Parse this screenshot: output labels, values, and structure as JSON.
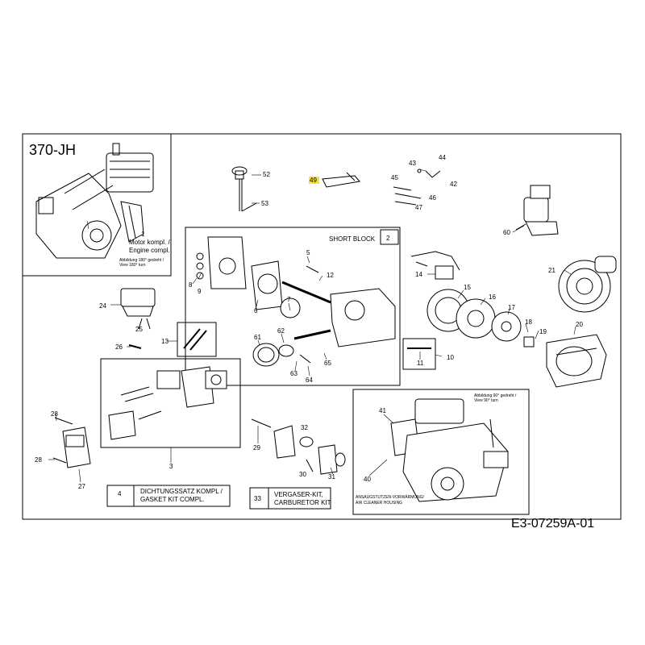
{
  "model": "370-JH",
  "drawing_code": "E3-07259A-01",
  "engine_box": {
    "number": "1",
    "line1": "Motor kompl. /",
    "line2": "Engine compl.",
    "note": "Abbildung 180° gedreht / View 180° turn"
  },
  "short_block": {
    "label": "SHORT BLOCK",
    "number": "2"
  },
  "gasket_kit": {
    "number": "4",
    "line1": "DICHTUNGSSATZ KOMPL /",
    "line2": "GASKET KIT COMPL."
  },
  "carburetor_kit": {
    "number": "33",
    "line1": "VERGASER-KIT,",
    "line2": "CARBURETOR KIT"
  },
  "air_cleaner": {
    "note": "Abbildung 90° gedreht / View 90° turn",
    "line1": "ANSAUGSTUTZEN-VORWÄRMUNG/",
    "line2": "AIR CLEANER HOUSING"
  },
  "part_numbers": {
    "p3": "3",
    "p5": "5",
    "p6": "6",
    "p7": "7",
    "p8": "8",
    "p9": "9",
    "p10": "10",
    "p11": "11",
    "p12": "12",
    "p13": "13",
    "p14": "14",
    "p15": "15",
    "p16": "16",
    "p17": "17",
    "p18": "18",
    "p19": "19",
    "p20": "20",
    "p21": "21",
    "p24": "24",
    "p25": "25",
    "p26": "26",
    "p27": "27",
    "p28a": "28",
    "p28b": "28",
    "p29": "29",
    "p30": "30",
    "p31": "31",
    "p32": "32",
    "p40": "40",
    "p41": "41",
    "p42": "42",
    "p43": "43",
    "p44": "44",
    "p45": "45",
    "p46": "46",
    "p47": "47",
    "p49": "49",
    "p52": "52",
    "p53": "53",
    "p60": "60",
    "p61": "61",
    "p62": "62",
    "p63": "63",
    "p64": "64",
    "p65": "65"
  },
  "colors": {
    "line": "#000000",
    "highlight": "#f5e53a"
  }
}
